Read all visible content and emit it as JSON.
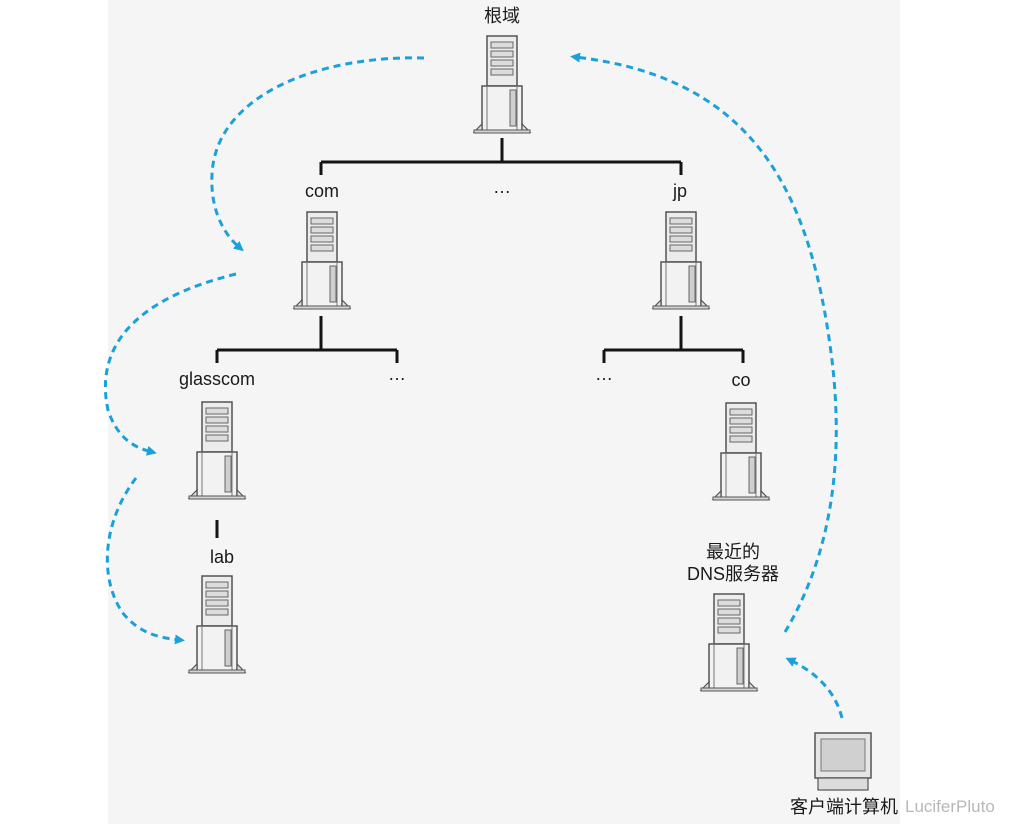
{
  "nodes": {
    "root": "根域",
    "com": "com",
    "jp": "jp",
    "glasscom": "glasscom",
    "lab": "lab",
    "co": "co",
    "nearest_dns_line1": "最近的",
    "nearest_dns_line2": "DNS服务器",
    "client": "客户端计算机"
  },
  "ellipsis": "…",
  "watermark": "LuciferPluto",
  "colors": {
    "tree_line": "#141414",
    "arrow": "#1ba1d9",
    "server_body": "#e9e9e9",
    "server_stroke": "#5a5a5a",
    "panel": "#f5f5f5"
  }
}
